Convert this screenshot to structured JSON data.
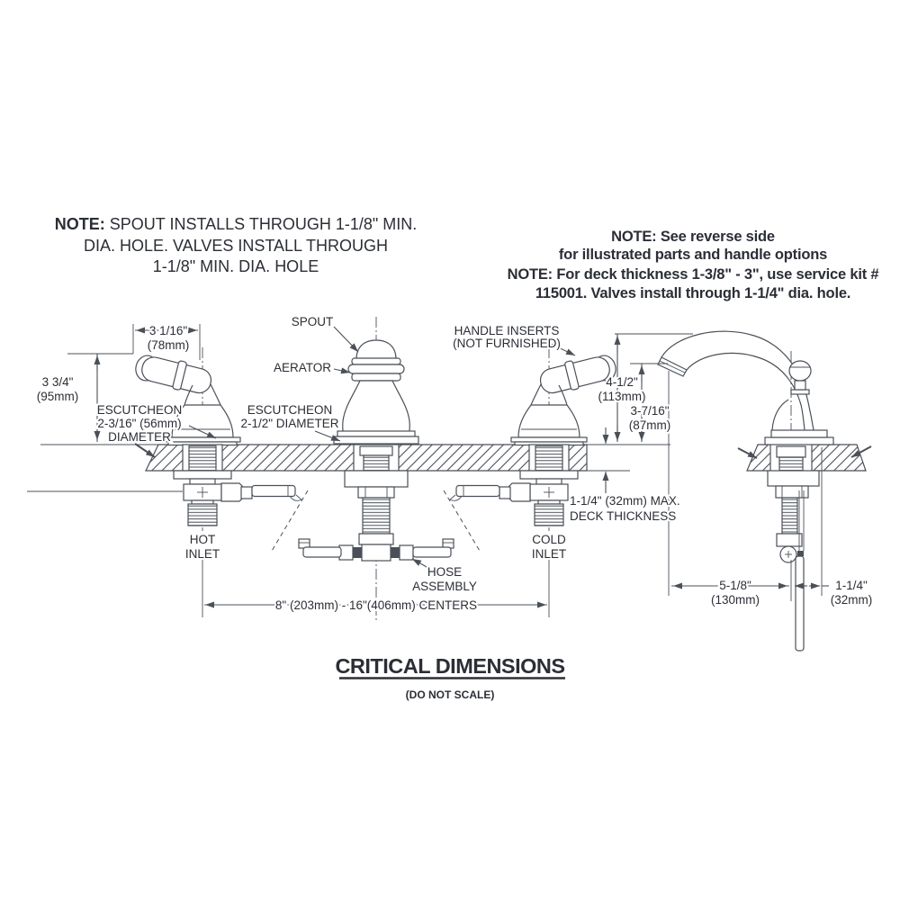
{
  "colors": {
    "line": "#4b5058",
    "text": "#2b2e35",
    "background": "#ffffff"
  },
  "notes": {
    "left": {
      "bold": "NOTE:",
      "line1_rest": " SPOUT INSTALLS THROUGH 1-1/8\" MIN.",
      "line2": "DIA. HOLE. VALVES INSTALL THROUGH",
      "line3": "1-1/8\" MIN. DIA. HOLE"
    },
    "right": {
      "line1": "NOTE: See reverse side",
      "line2": "for illustrated parts and handle options",
      "line3": "NOTE: For deck thickness 1-3/8\" - 3\", use service kit #",
      "line4": "115001.  Valves install through 1-1/4\" dia. hole."
    }
  },
  "labels": {
    "spout": "SPOUT",
    "aerator": "AERATOR",
    "handle_inserts_line1": "HANDLE INSERTS",
    "handle_inserts_line2": "(NOT FURNISHED)",
    "escutcheon_left_line1": "ESCUTCHEON",
    "escutcheon_left_line2": "2-3/16\" (56mm)",
    "escutcheon_left_line3": "DIAMETER",
    "escutcheon_center_line1": "ESCUTCHEON",
    "escutcheon_center_line2": "2-1/2\" DIAMETER",
    "hot_line1": "HOT",
    "hot_line2": "INLET",
    "cold_line1": "COLD",
    "cold_line2": "INLET",
    "hose_line1": "HOSE",
    "hose_line2": "ASSEMBLY",
    "deck_thickness_line1": "1-1/4\" (32mm) MAX.",
    "deck_thickness_line2": "DECK THICKNESS"
  },
  "dimensions": {
    "handle_reach": {
      "in": "3 1/16\"",
      "mm": "(78mm)"
    },
    "handle_height": {
      "in": "3 3/4\"",
      "mm": "(95mm)"
    },
    "faucet_height": {
      "in": "4-1/2\"",
      "mm": "(113mm)"
    },
    "spout_outlet_height": {
      "in": "3-7/16\"",
      "mm": "(87mm)"
    },
    "inlet_centers": "8\" (203mm) - 16\"(406mm) CENTERS",
    "spout_reach": {
      "in": "5-1/8\"",
      "mm": "(130mm)"
    },
    "spout_offset": {
      "in": "1-1/4\"",
      "mm": "(32mm)"
    }
  },
  "title": {
    "heading": "CRITICAL DIMENSIONS",
    "subheading": "(DO NOT SCALE)"
  }
}
